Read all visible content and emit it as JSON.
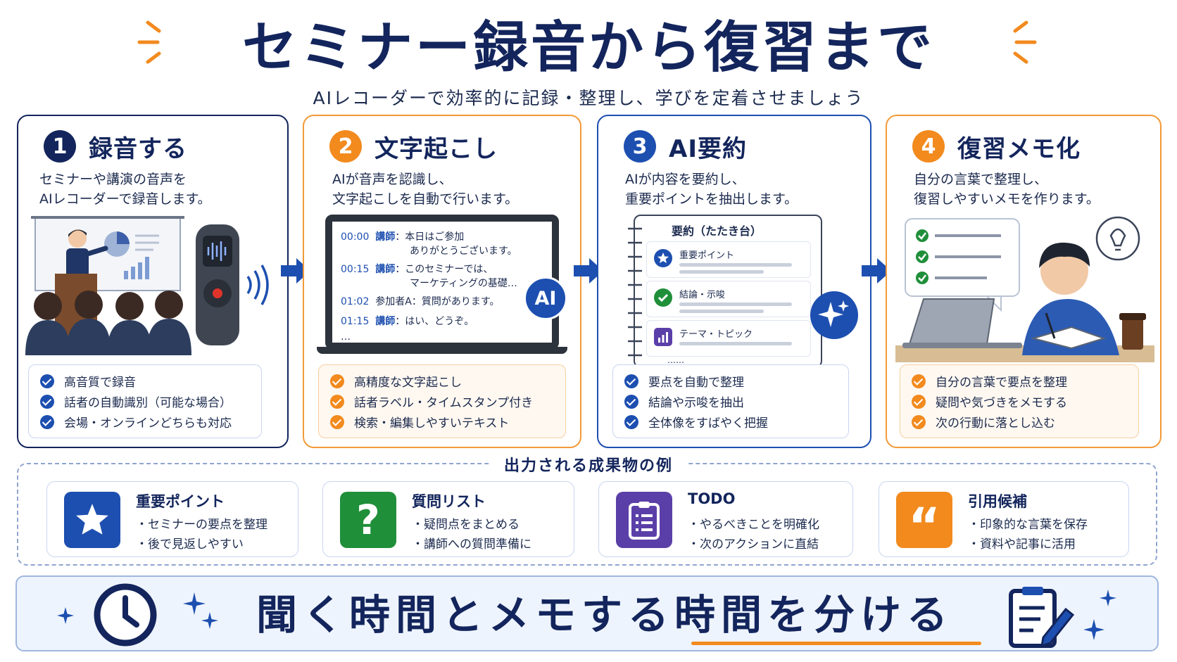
{
  "header": {
    "title": "セミナー録音から復習まで",
    "subtitle": "AIレコーダーで効率的に記録・整理し、学びを定着させましょう"
  },
  "steps": [
    {
      "number": "1",
      "title": "録音する",
      "desc": [
        "セミナーや講演の音声を",
        "AIレコーダーで録音します。"
      ],
      "checks": [
        "高音質で録音",
        "話者の自動識別（可能な場合）",
        "会場・オンラインどちらも対応"
      ]
    },
    {
      "number": "2",
      "title": "文字起こし",
      "desc": [
        "AIが音声を認識し、",
        "文字起こしを自動で行います。"
      ],
      "transcript": [
        {
          "time": "00:00",
          "speaker": "講師",
          "text": "：本日はご参加",
          "text2": "ありがとうございます。"
        },
        {
          "time": "00:15",
          "speaker": "講師",
          "text": "：このセミナーでは、",
          "text2": "マーケティングの基礎…"
        },
        {
          "time": "01:02",
          "speaker": "参加者A",
          "text": "：質問があります。",
          "text2": ""
        },
        {
          "time": "01:15",
          "speaker": "講師",
          "text": "：はい、どうぞ。",
          "text2": ""
        }
      ],
      "ellipsis": "…",
      "ai_badge": "AI",
      "checks": [
        "高精度な文字起こし",
        "話者ラベル・タイムスタンプ付き",
        "検索・編集しやすいテキスト"
      ]
    },
    {
      "number": "3",
      "title": "AI要約",
      "desc": [
        "AIが内容を要約し、",
        "重要ポイントを抽出します。"
      ],
      "notebook_title": "要約（たたき台）",
      "notebook_items": [
        "重要ポイント",
        "結論・示唆",
        "テーマ・トピック"
      ],
      "notebook_ellipsis": "……",
      "checks": [
        "要点を自動で整理",
        "結論や示唆を抽出",
        "全体像をすばやく把握"
      ]
    },
    {
      "number": "4",
      "title": "復習メモ化",
      "desc": [
        "自分の言葉で整理し、",
        "復習しやすいメモを作ります。"
      ],
      "checks": [
        "自分の言葉で要点を整理",
        "疑問や気づきをメモする",
        "次の行動に落とし込む"
      ]
    }
  ],
  "outputs": {
    "title": "出力される成果物の例",
    "cards": [
      {
        "title": "重要ポイント",
        "lines": [
          "・セミナーの要点を整理",
          "・後で見返しやすい"
        ],
        "icon": "star-icon",
        "color": "#1d4fb0"
      },
      {
        "title": "質問リスト",
        "lines": [
          "・疑問点をまとめる",
          "・講師への質問準備に"
        ],
        "icon": "question-icon",
        "color": "#1f8f3a"
      },
      {
        "title": "TODO",
        "lines": [
          "・やるべきことを明確化",
          "・次のアクションに直結"
        ],
        "icon": "clipboard-icon",
        "color": "#5b3fa8"
      },
      {
        "title": "引用候補",
        "lines": [
          "・印象的な言葉を保存",
          "・資料や記事に活用"
        ],
        "icon": "quote-icon",
        "color": "#f28a1e"
      }
    ]
  },
  "banner": {
    "text": "聞く時間とメモする時間を分ける"
  },
  "colors": {
    "navy": "#13255c",
    "orange": "#f28a1e",
    "blue": "#1d4fb0"
  }
}
